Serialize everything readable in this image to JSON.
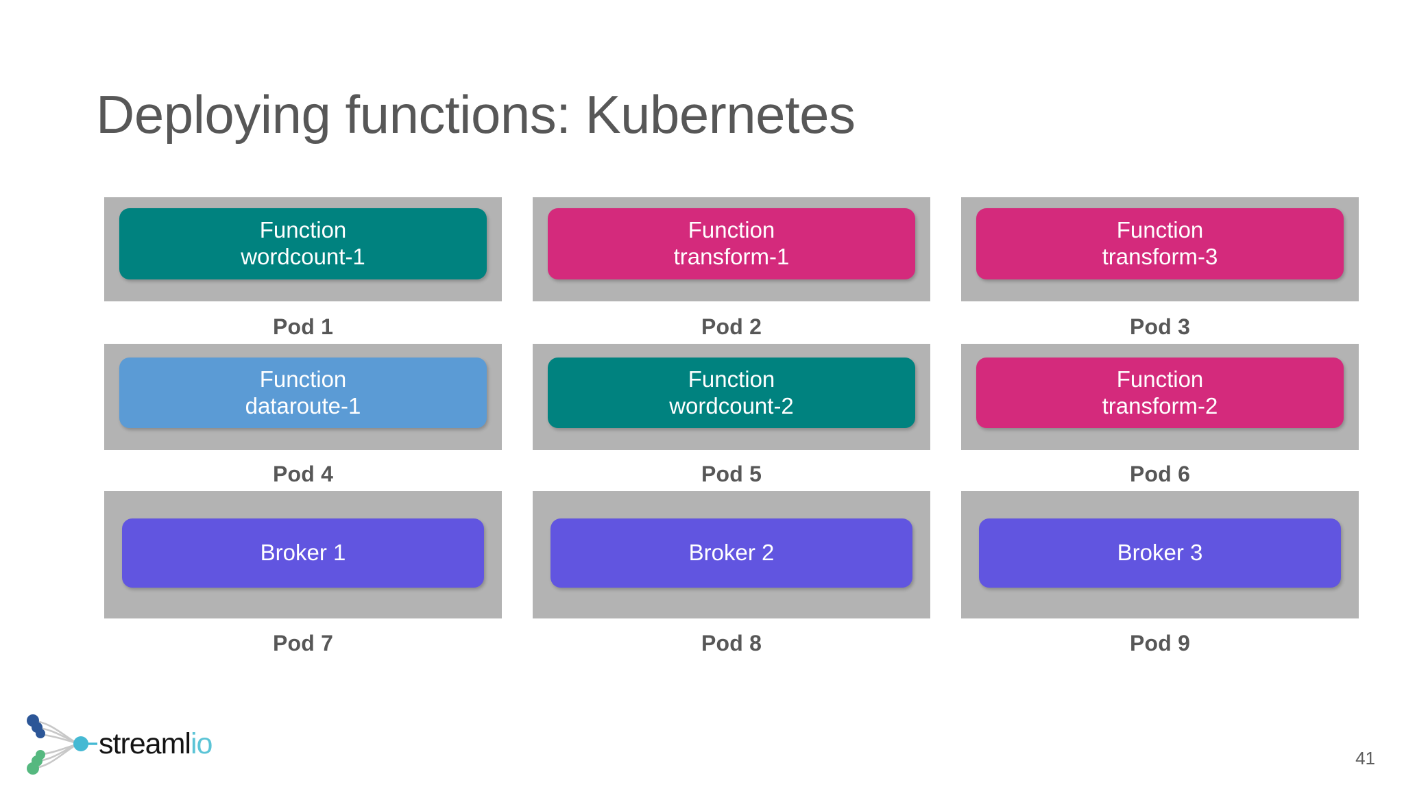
{
  "slide": {
    "title": "Deploying functions: Kubernetes",
    "page_number": "41",
    "background_color": "#ffffff",
    "title_color": "#575757"
  },
  "palette": {
    "pod_container": "#b3b3b3",
    "teal": "#00827f",
    "magenta": "#d42a7c",
    "blue": "#5b9bd5",
    "purple": "#6155e0",
    "label_text": "#575757",
    "card_text": "#ffffff"
  },
  "pods": [
    {
      "label": "Pod 1",
      "card_kind": "Function",
      "card_name": "wordcount-1",
      "card_color": "#00827f"
    },
    {
      "label": "Pod 2",
      "card_kind": "Function",
      "card_name": "transform-1",
      "card_color": "#d42a7c"
    },
    {
      "label": "Pod 3",
      "card_kind": "Function",
      "card_name": "transform-3",
      "card_color": "#d42a7c"
    },
    {
      "label": "Pod 4",
      "card_kind": "Function",
      "card_name": "dataroute-1",
      "card_color": "#5b9bd5"
    },
    {
      "label": "Pod 5",
      "card_kind": "Function",
      "card_name": "wordcount-2",
      "card_color": "#00827f"
    },
    {
      "label": "Pod 6",
      "card_kind": "Function",
      "card_name": "transform-2",
      "card_color": "#d42a7c"
    },
    {
      "label": "Pod 7",
      "card_kind": "Broker 1",
      "card_name": "",
      "card_color": "#6155e0"
    },
    {
      "label": "Pod 8",
      "card_kind": "Broker 2",
      "card_name": "",
      "card_color": "#6155e0"
    },
    {
      "label": "Pod 9",
      "card_kind": "Broker 3",
      "card_name": "",
      "card_color": "#6155e0"
    }
  ],
  "logo": {
    "text_dark": "streaml",
    "text_accent": "io",
    "node_color_top": "#2c5697",
    "node_color_bottom": "#55b87f",
    "hub_color": "#45b9d3",
    "link_color": "#c8c8c8"
  }
}
